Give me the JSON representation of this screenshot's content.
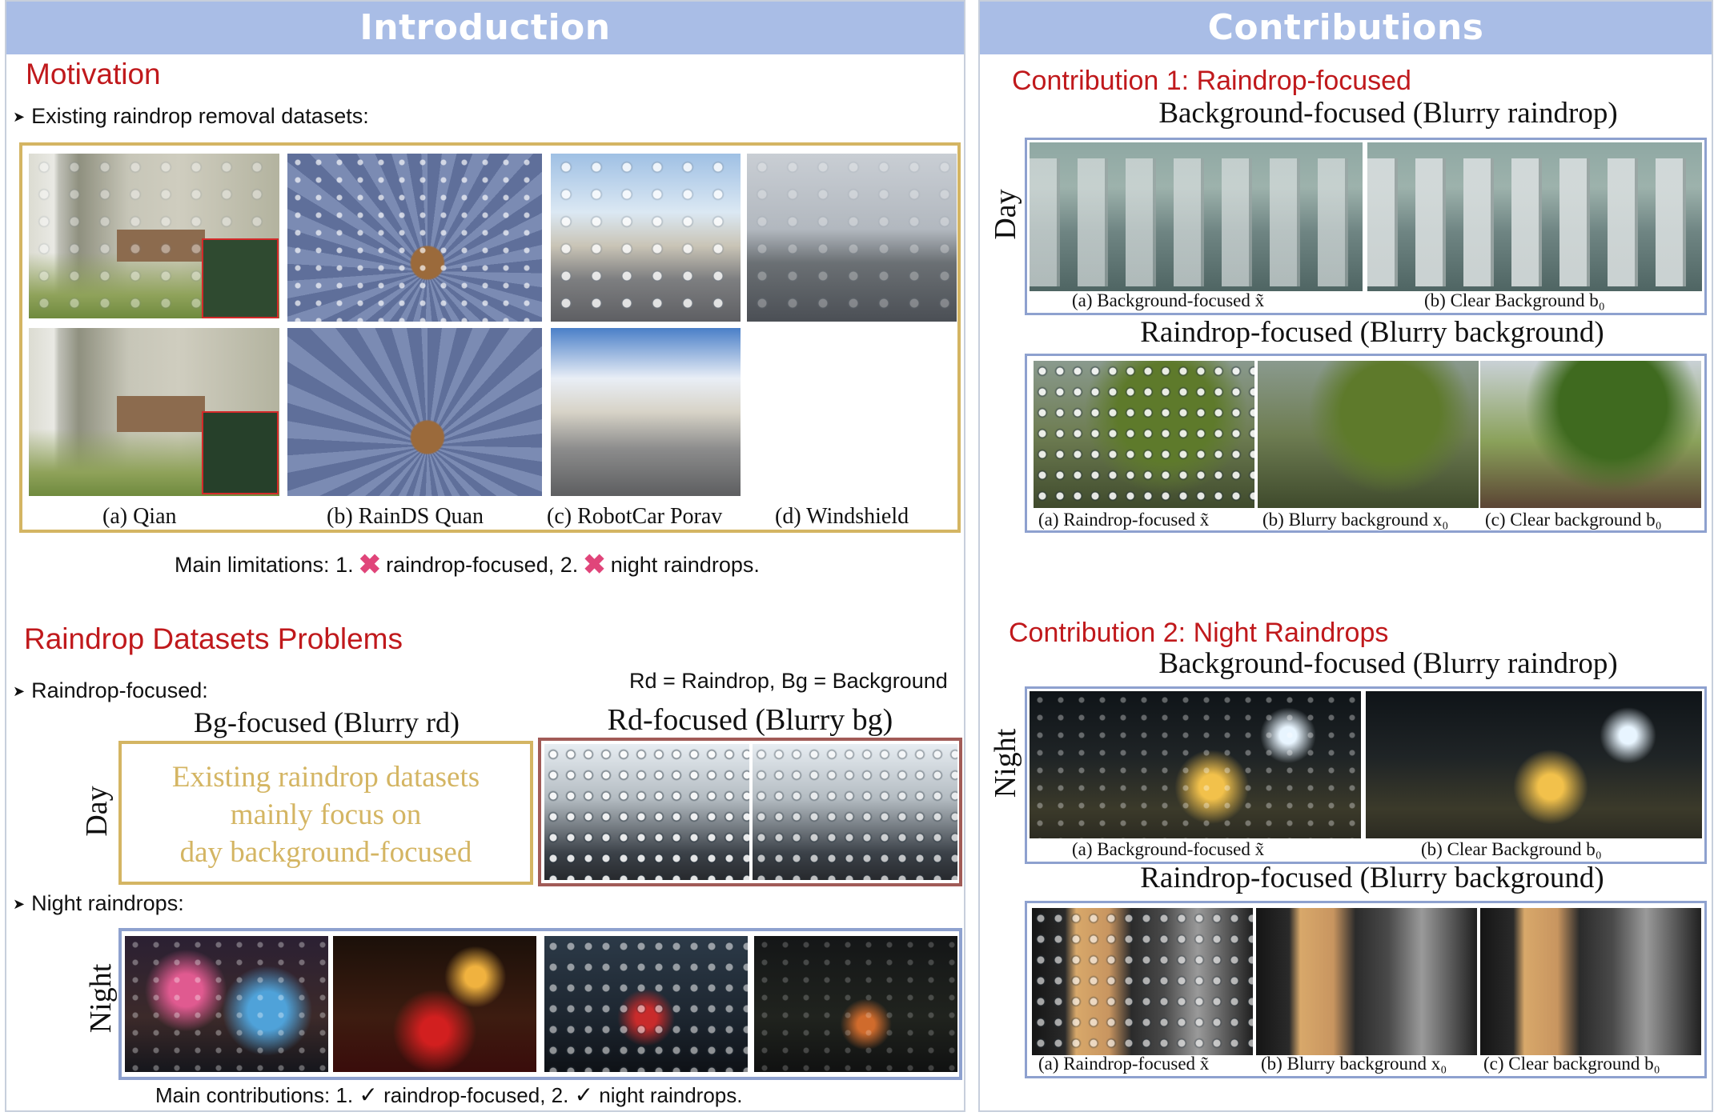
{
  "left": {
    "header": "Introduction",
    "motivation": {
      "title": "Motivation",
      "bullet": "Existing raindrop removal datasets:",
      "captions": [
        "(a) Qian",
        "(b) RainDS Quan",
        "(c) RobotCar Porav",
        "(d) Windshield"
      ],
      "limitations_prefix": "Main limitations: 1.",
      "limitations_item1": "raindrop-focused, 2.",
      "limitations_item2": "night raindrops."
    },
    "problems": {
      "title": "Raindrop Datasets Problems",
      "bullet1": "Raindrop-focused:",
      "legend": "Rd = Raindrop, Bg = Background",
      "bg_focused_title": "Bg-focused (Blurry rd)",
      "rd_focused_title": "Rd-focused (Blurry bg)",
      "day_label": "Day",
      "existing_note_line1": "Existing raindrop datasets",
      "existing_note_line2": "mainly focus on",
      "existing_note_line3": "day background-focused",
      "bullet2": "Night raindrops:",
      "night_label": "Night",
      "contributions_prefix": "Main contributions: 1.",
      "contributions_item1": "raindrop-focused, 2.",
      "contributions_item2": "night raindrops."
    }
  },
  "right": {
    "header": "Contributions",
    "c1": {
      "title": "Contribution 1: Raindrop-focused",
      "bg_title": "Background-focused (Blurry raindrop)",
      "day_label": "Day",
      "bg_captions": [
        "(a) Background-focused x̃",
        "(b) Clear Background b₀"
      ],
      "rd_title": "Raindrop-focused (Blurry background)",
      "rd_captions": [
        "(a) Raindrop-focused x̃",
        "(b) Blurry background x₀",
        "(c) Clear background b₀"
      ]
    },
    "c2": {
      "title": "Contribution 2: Night Raindrops",
      "bg_title": "Background-focused (Blurry raindrop)",
      "night_label": "Night",
      "bg_captions": [
        "(a) Background-focused x̃",
        "(b) Clear Background b₀"
      ],
      "rd_title": "Raindrop-focused (Blurry background)",
      "rd_captions": [
        "(a) Raindrop-focused x̃",
        "(b) Blurry background x₀",
        "(c) Clear background b₀"
      ]
    }
  },
  "colors": {
    "header_bg": "#a9bde6",
    "section_red": "#c0191c",
    "gold_frame": "#d4b563",
    "blue_frame": "#8ea1cf",
    "brown_frame": "#a15b57",
    "xmark_pink": "#e0457a"
  }
}
